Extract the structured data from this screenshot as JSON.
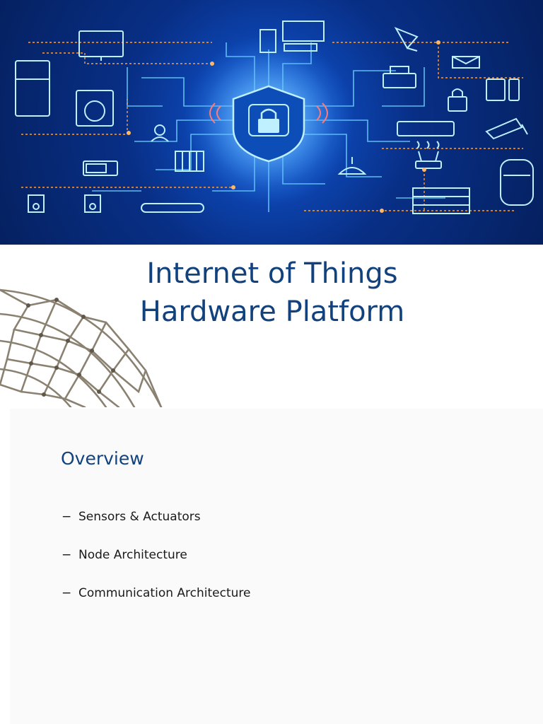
{
  "title": {
    "line1": "Internet of Things",
    "line2": "Hardware Platform"
  },
  "overview": {
    "heading": "Overview",
    "bullet_glyph": "−",
    "items": [
      {
        "label": "Sensors & Actuators"
      },
      {
        "label": "Node Architecture"
      },
      {
        "label": "Communication Architecture"
      }
    ]
  },
  "colors": {
    "title_blue": "#12427e",
    "hero_glow": "#2f8cff",
    "hero_dark": "#05205f",
    "circuit_line": "#6fd3ff",
    "dashed_line": "#ff9e3d"
  },
  "icons": {
    "hero_center": "padlock-shield-icon",
    "hero_devices": [
      "refrigerator-icon",
      "washing-machine-icon",
      "monitor-icon",
      "desktop-computer-icon",
      "lamp-icon",
      "printer-icon",
      "mail-icon",
      "padlock-icon",
      "air-conditioner-icon",
      "security-camera-icon",
      "router-icon",
      "garage-door-icon",
      "car-icon",
      "microwave-icon",
      "speaker-icon",
      "thermostat-icon",
      "user-icon",
      "radiator-icon"
    ]
  }
}
